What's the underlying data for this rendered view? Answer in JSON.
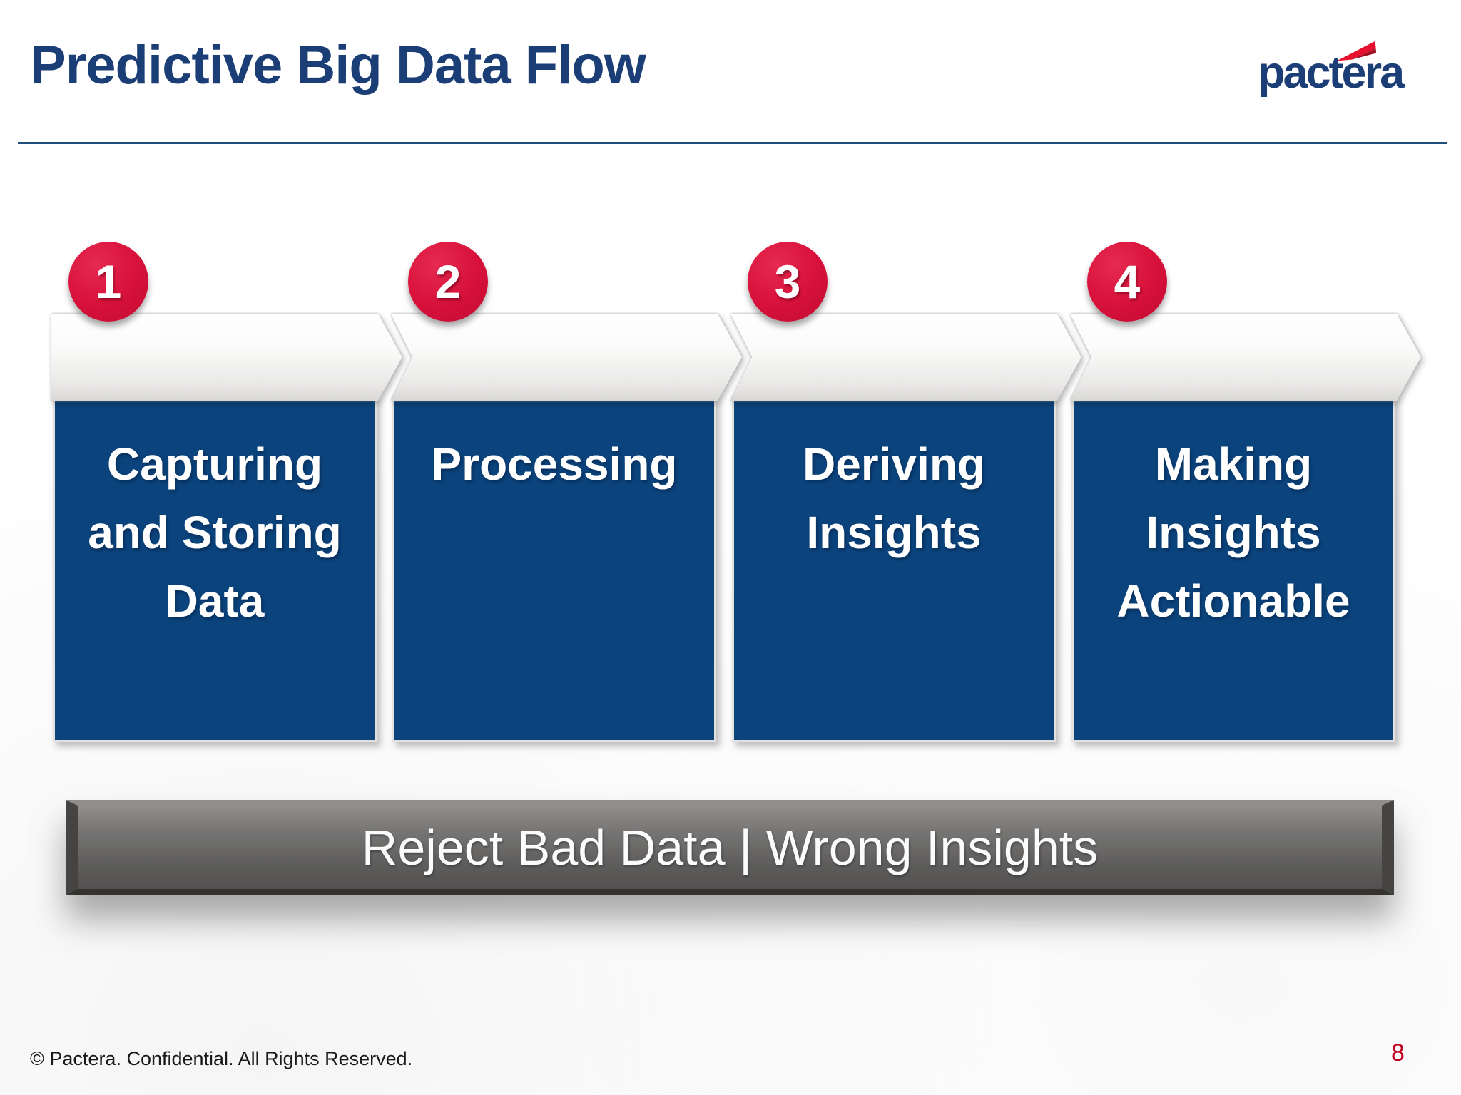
{
  "header": {
    "title": "Predictive Big Data Flow",
    "logo_text": "pactera"
  },
  "steps": [
    {
      "number": "1",
      "label": "Capturing\nand Storing\nData"
    },
    {
      "number": "2",
      "label": "Processing"
    },
    {
      "number": "3",
      "label": "Deriving\nInsights"
    },
    {
      "number": "4",
      "label": "Making\nInsights\nActionable"
    }
  ],
  "banner": {
    "text": "Reject Bad Data | Wrong Insights"
  },
  "footer": {
    "copyright": "© Pactera. Confidential. All Rights Reserved.",
    "page_number": "8"
  },
  "colors": {
    "title_blue": "#1C3E76",
    "logo_blue": "#1C3E76",
    "rule_blue": "#1F4E79",
    "card_blue": "#0B447D",
    "badge_red": "#D8123C",
    "banner_gray": "#6F6E6D",
    "page_number_red": "#C00020",
    "flag_red": "#E8112D",
    "flag_dark_red": "#A01325"
  }
}
